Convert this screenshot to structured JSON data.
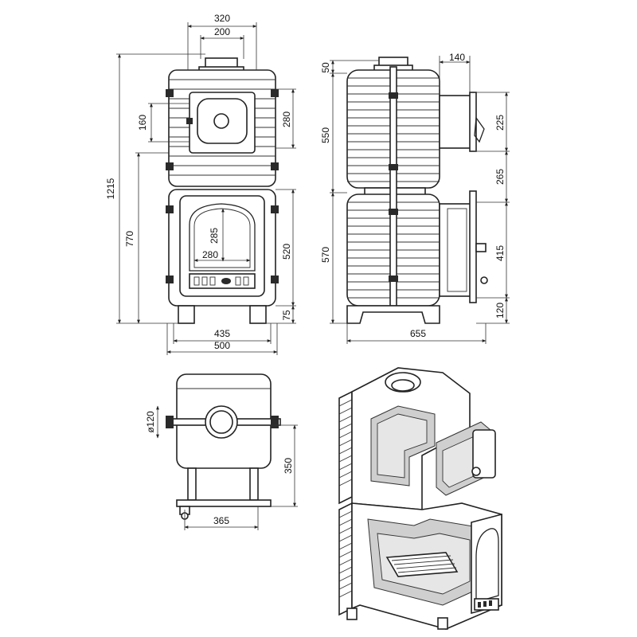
{
  "front_view": {
    "dims": {
      "top_outer": "320",
      "top_inner": "200",
      "left_small": "160",
      "right_upper": "280",
      "overall_height": "1215",
      "lower_height": "770",
      "door_height": "285",
      "door_width": "280",
      "right_lower": "520",
      "legs": "75",
      "base_inner": "435",
      "base_outer": "500"
    }
  },
  "side_view": {
    "dims": {
      "top_gap": "50",
      "upper_section": "550",
      "lower_section": "570",
      "depth_top": "140",
      "oven_height": "225",
      "gap_middle": "265",
      "firebox_door": "415",
      "bottom": "120",
      "overall_depth": "655"
    }
  },
  "top_view": {
    "dims": {
      "flue_diameter": "ø120",
      "depth": "350",
      "width": "365"
    }
  },
  "colors": {
    "line": "#222222",
    "panel_grey": "#cfcfcf"
  }
}
